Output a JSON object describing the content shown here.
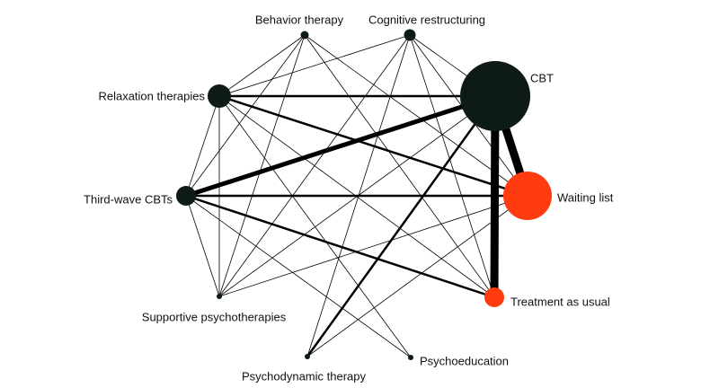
{
  "node_color_dark": "#0d1a17",
  "node_color_highlight": "#ff3b10",
  "edge_color": "#000000",
  "nodes": [
    {
      "id": "behavior",
      "label": "Behavior therapy",
      "highlight": false
    },
    {
      "id": "cognitive",
      "label": "Cognitive restructuring",
      "highlight": false
    },
    {
      "id": "cbt",
      "label": "CBT",
      "highlight": false
    },
    {
      "id": "relaxation",
      "label": "Relaxation therapies",
      "highlight": false
    },
    {
      "id": "thirdwave",
      "label": "Third-wave CBTs",
      "highlight": false
    },
    {
      "id": "waiting",
      "label": "Waiting list",
      "highlight": true
    },
    {
      "id": "tau",
      "label": "Treatment as usual",
      "highlight": true
    },
    {
      "id": "supportive",
      "label": "Supportive psychotherapies",
      "highlight": false
    },
    {
      "id": "psychodynamic",
      "label": "Psychodynamic therapy",
      "highlight": false
    },
    {
      "id": "psychoeducation",
      "label": "Psychoeducation",
      "highlight": false
    }
  ],
  "edges": [
    {
      "from": "cbt",
      "to": "waiting",
      "weight": 5
    },
    {
      "from": "cbt",
      "to": "tau",
      "weight": 5
    },
    {
      "from": "cbt",
      "to": "thirdwave",
      "weight": 3
    },
    {
      "from": "cbt",
      "to": "relaxation",
      "weight": 2
    },
    {
      "from": "cbt",
      "to": "psychodynamic",
      "weight": 2
    },
    {
      "from": "thirdwave",
      "to": "waiting",
      "weight": 2
    },
    {
      "from": "thirdwave",
      "to": "tau",
      "weight": 2
    },
    {
      "from": "relaxation",
      "to": "waiting",
      "weight": 2
    },
    {
      "from": "behavior",
      "to": "relaxation",
      "weight": 1
    },
    {
      "from": "behavior",
      "to": "thirdwave",
      "weight": 1
    },
    {
      "from": "behavior",
      "to": "waiting",
      "weight": 1
    },
    {
      "from": "behavior",
      "to": "tau",
      "weight": 1
    },
    {
      "from": "behavior",
      "to": "supportive",
      "weight": 1
    },
    {
      "from": "cognitive",
      "to": "relaxation",
      "weight": 1
    },
    {
      "from": "cognitive",
      "to": "cbt",
      "weight": 1
    },
    {
      "from": "cognitive",
      "to": "waiting",
      "weight": 1
    },
    {
      "from": "cognitive",
      "to": "tau",
      "weight": 1
    },
    {
      "from": "cognitive",
      "to": "supportive",
      "weight": 1
    },
    {
      "from": "cognitive",
      "to": "psychodynamic",
      "weight": 1
    },
    {
      "from": "relaxation",
      "to": "thirdwave",
      "weight": 1
    },
    {
      "from": "relaxation",
      "to": "supportive",
      "weight": 1
    },
    {
      "from": "relaxation",
      "to": "psychoeducation",
      "weight": 1
    },
    {
      "from": "relaxation",
      "to": "tau",
      "weight": 1
    },
    {
      "from": "thirdwave",
      "to": "supportive",
      "weight": 1
    },
    {
      "from": "thirdwave",
      "to": "psychoeducation",
      "weight": 1
    },
    {
      "from": "supportive",
      "to": "waiting",
      "weight": 1
    },
    {
      "from": "supportive",
      "to": "cbt",
      "weight": 1
    },
    {
      "from": "psychodynamic",
      "to": "waiting",
      "weight": 1
    }
  ]
}
